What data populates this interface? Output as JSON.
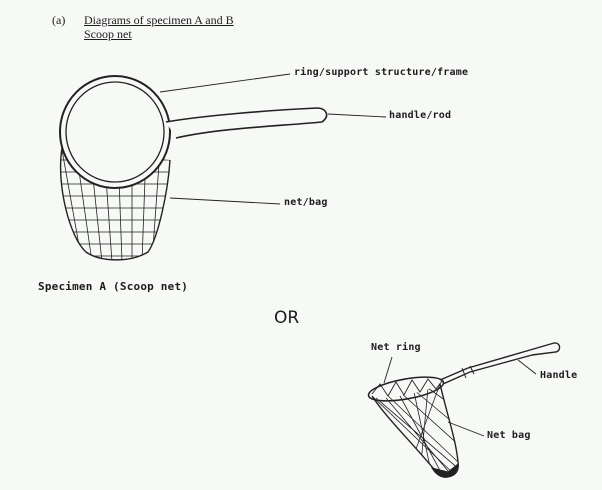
{
  "header": {
    "part_label": "(a)",
    "title_line1": "Diagrams of specimen A and B",
    "title_line2": "Scoop net"
  },
  "diagram_a": {
    "labels": {
      "ring": "ring/support structure/frame",
      "handle": "handle/rod",
      "net": "net/bag"
    },
    "caption": "Specimen A (Scoop net)"
  },
  "separator": "OR",
  "diagram_b": {
    "labels": {
      "ring": "Net ring",
      "handle": "Handle",
      "bag": "Net bag"
    }
  }
}
